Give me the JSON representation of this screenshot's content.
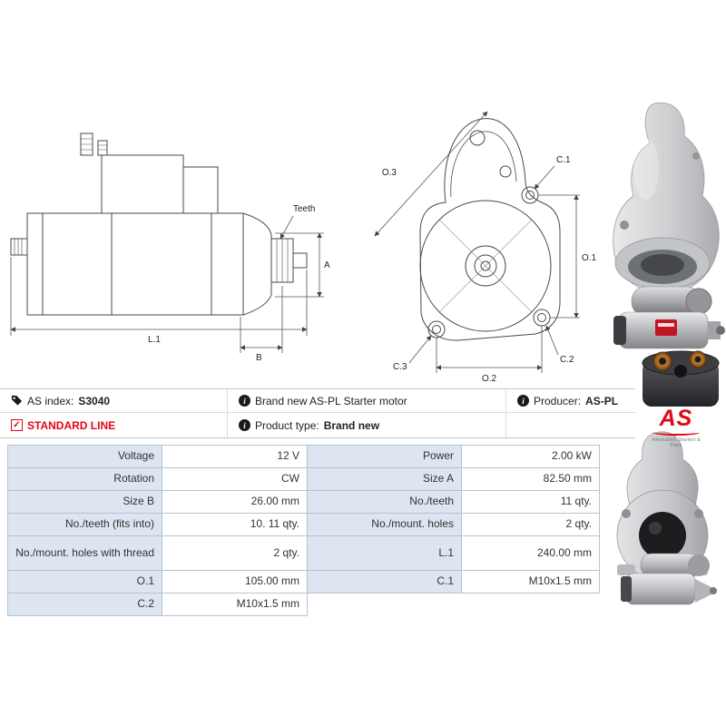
{
  "colors": {
    "accent_red": "#e30613",
    "label_bg": "#dce5f0",
    "table_border": "#b6c3d4"
  },
  "icons": {
    "info_glyph": "i",
    "check_glyph": "✓"
  },
  "info_bar": {
    "as_index": {
      "label": "AS index:",
      "value": "S3040"
    },
    "standard_line": "STANDARD LINE",
    "description": "Brand new AS-PL Starter motor",
    "product_type": {
      "label": "Product type:",
      "value": "Brand new"
    },
    "producer": {
      "label": "Producer:",
      "value": "AS-PL"
    },
    "logo": {
      "text": "AS",
      "tagline": "Alternators, Starters & Parts"
    }
  },
  "drawings": {
    "side_view": {
      "teeth": "Teeth",
      "dim_a": "A",
      "dim_l1": "L.1",
      "dim_b": "B"
    },
    "front_view": {
      "dim_o3": "O.3",
      "dim_c1": "C.1",
      "dim_o1": "O.1",
      "dim_c3": "C.3",
      "dim_o2": "O.2",
      "dim_c2": "C.2"
    }
  },
  "spec_table": {
    "rows": [
      {
        "label_left": "Voltage",
        "value_left": "12 V",
        "label_right": "Power",
        "value_right": "2.00 kW"
      },
      {
        "label_left": "Rotation",
        "value_left": "CW",
        "label_right": "Size A",
        "value_right": "82.50 mm"
      },
      {
        "label_left": "Size B",
        "value_left": "26.00 mm",
        "label_right": "No./teeth",
        "value_right": "11 qty."
      },
      {
        "label_left": "No./teeth (fits into)",
        "value_left": "10. 11 qty.",
        "label_right": "No./mount. holes",
        "value_right": "2 qty."
      },
      {
        "label_left": "No./mount. holes with thread",
        "value_left": "2 qty.",
        "label_right": "L.1",
        "value_right": "240.00 mm"
      },
      {
        "label_left": "O.1",
        "value_left": "105.00 mm",
        "label_right": "C.1",
        "value_right": "M10x1.5 mm"
      },
      {
        "label_left": "C.2",
        "value_left": "M10x1.5 mm",
        "label_right": "",
        "value_right": ""
      }
    ]
  }
}
